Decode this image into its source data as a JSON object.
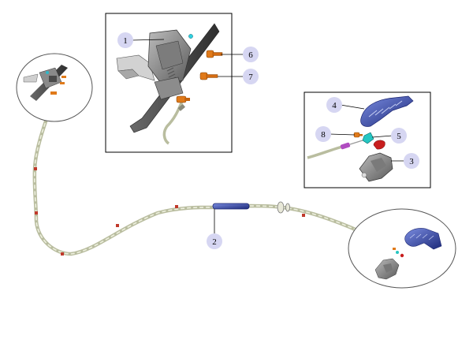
{
  "callouts": [
    {
      "number": "1",
      "part": "hood-latch-assembly"
    },
    {
      "number": "2",
      "part": "release-cable-connector"
    },
    {
      "number": "3",
      "part": "release-handle-bracket"
    },
    {
      "number": "4",
      "part": "release-handle"
    },
    {
      "number": "5",
      "part": "cable-end-cap"
    },
    {
      "number": "6",
      "part": "latch-bolt-upper"
    },
    {
      "number": "7",
      "part": "latch-bolt-lower"
    },
    {
      "number": "8",
      "part": "handle-screw"
    }
  ],
  "colors": {
    "callout_fill": "#d6d6f2",
    "cable": "#d8dcc4",
    "cable_marker": "#c0392b",
    "connector": "#2b43c4",
    "bolt": "#e07a1a",
    "frame": "#000000",
    "ellipse": "#555555"
  }
}
